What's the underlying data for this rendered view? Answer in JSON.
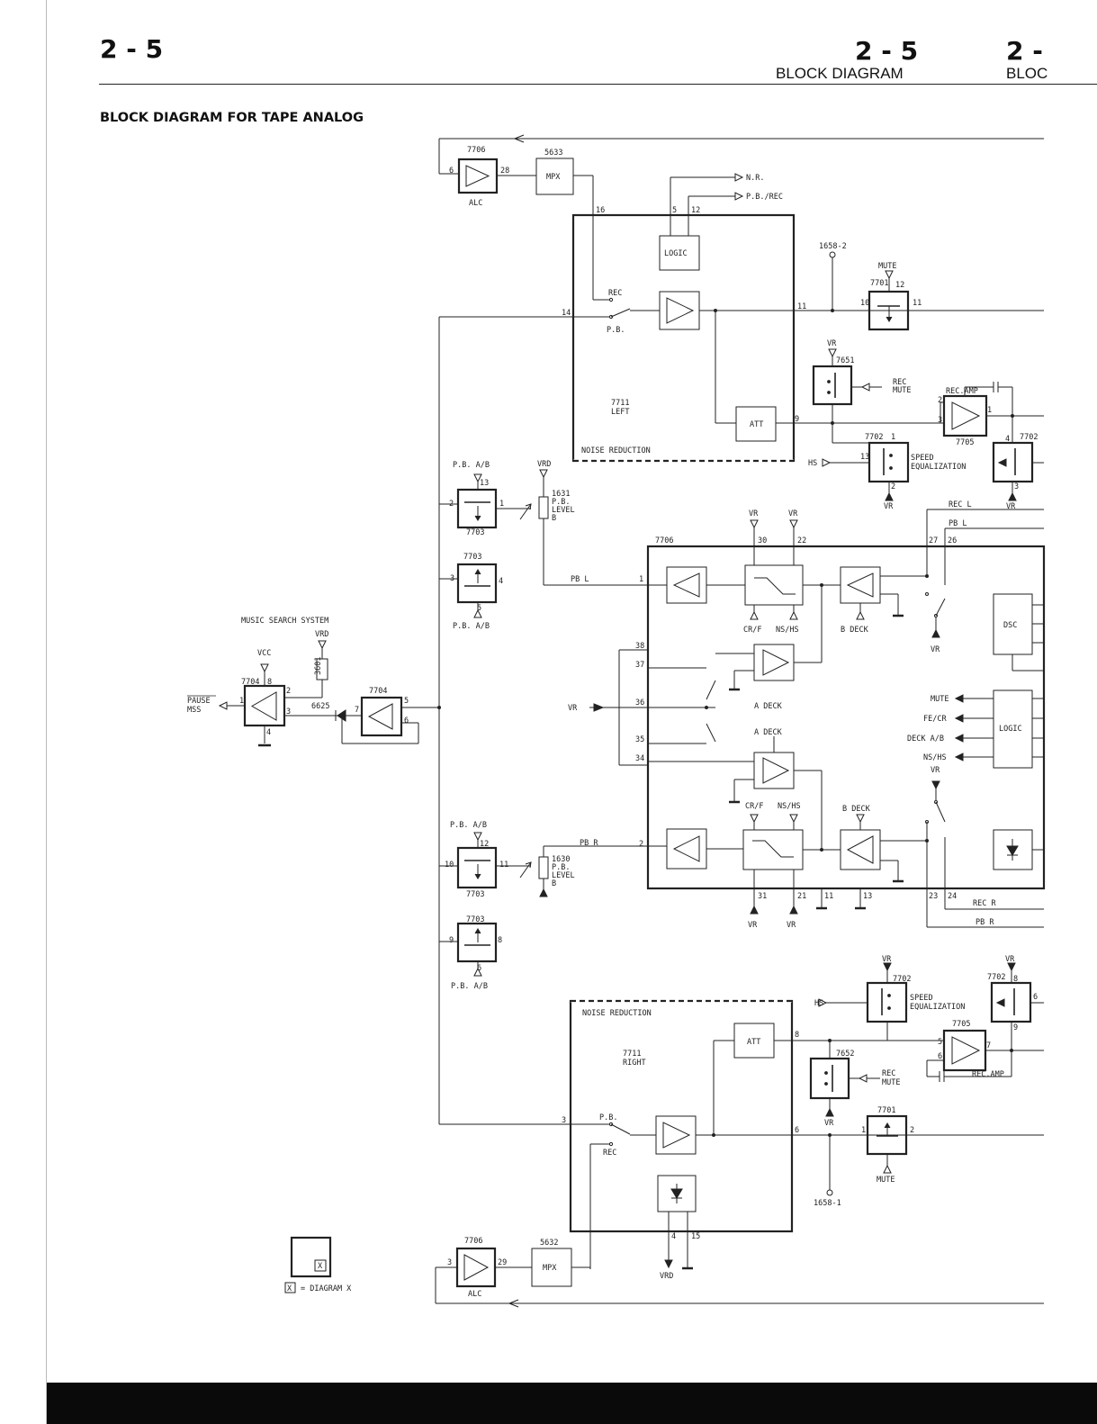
{
  "header": {
    "page_num_left": "2 - 5",
    "page_num_right": "2 - 5",
    "page_num_cut": "2 -",
    "subtitle": "BLOCK DIAGRAM",
    "subtitle_cut": "BLOC"
  },
  "title": "BLOCK DIAGRAM FOR TAPE ANALOG",
  "diagram": {
    "top_alc": {
      "ref": "7706",
      "name": "ALC",
      "pin_in": "6",
      "pin_out": "28"
    },
    "top_mpx": {
      "ref": "5633",
      "name": "MPX"
    },
    "nr_left": {
      "label": "NOISE REDUCTION",
      "ic": "7711",
      "side": "LEFT",
      "logic": "LOGIC",
      "att": "ATT",
      "rec": "REC",
      "pb": "P.B.",
      "pins": {
        "p16": "16",
        "p5": "5",
        "p12": "12",
        "p14": "14",
        "p11": "11",
        "p9": "9"
      }
    },
    "nr_signals": {
      "nr": "N.R.",
      "pb_rec": "P.B./REC"
    },
    "tp_left": "1658-2",
    "mute_left": {
      "ref": "7701",
      "label": "MUTE",
      "pin10": "10",
      "pin12": "12",
      "pin11": "11"
    },
    "sw_7651": {
      "ref": "7651",
      "vr": "VR",
      "rec": "REC",
      "mute": "MUTE"
    },
    "rec_amp_left": {
      "ref": "7705",
      "label": "REC.AMP",
      "pin2": "2",
      "pin3": "3",
      "pin1": "1"
    },
    "speed_eq_left": {
      "ref": "7702",
      "label1": "SPEED",
      "label2": "EQUALIZATION",
      "hs": "HS",
      "pin13": "13",
      "pin1": "1",
      "pin2": "2",
      "vr": "VR"
    },
    "sw_7702_right_top": {
      "ref": "7702",
      "pin4": "4",
      "pin3": "3",
      "vr": "VR"
    },
    "pb_left_sw1": {
      "ref": "7703",
      "ab": "P.B. A/B",
      "pin13": "13",
      "pin2": "2",
      "pin1": "1"
    },
    "level_left": {
      "ref": "1631",
      "l1": "P.B.",
      "l2": "LEVEL",
      "l3": "B",
      "vrd": "VRD"
    },
    "pb_left_sw2": {
      "ref": "7703",
      "ab": "P.B. A/B",
      "pin3": "3",
      "pin4": "4",
      "pin5": "5"
    },
    "mss": {
      "title": "MUSIC SEARCH SYSTEM",
      "vrd": "VRD",
      "vcc": "VCC",
      "res": "3601",
      "diode": "6625",
      "amp1": "7704",
      "amp2": "7704",
      "pause": "PAUSE",
      "mss_lbl": "MSS",
      "pins": {
        "p8": "8",
        "p1": "1",
        "p2": "2",
        "p3": "3",
        "p4": "4",
        "p7": "7",
        "p5": "5",
        "p6": "6"
      }
    },
    "main_ic": {
      "ref": "7706",
      "vr30": "VR",
      "vr22": "VR",
      "p30": "30",
      "p22": "22",
      "p27": "27",
      "p26": "26",
      "p1": "1",
      "p2": "2",
      "p38": "38",
      "p37": "37",
      "p36": "36",
      "p35": "35",
      "p34": "34",
      "p31": "31",
      "p21": "21",
      "p11": "11",
      "p13": "13",
      "p23": "23",
      "p24": "24",
      "crf_top": "CR/F",
      "nshs_top": "NS/HS",
      "bdeck_top": "B DECK",
      "adeck1": "A DECK",
      "adeck2": "A DECK",
      "crf_bot": "CR/F",
      "nshs_bot": "NS/HS",
      "bdeck_bot": "B DECK",
      "vr_in": "VR",
      "vr_sw": "VR",
      "vr_sw2": "VR",
      "vr31": "VR",
      "vr21": "VR"
    },
    "dsc": "DSC",
    "logic_right": {
      "name": "LOGIC",
      "mute": "MUTE",
      "fecr": "FE/CR",
      "deck": "DECK A/B",
      "nshs": "NS/HS"
    },
    "bus_labels": {
      "rec_l": "REC L",
      "pb_l": "PB L",
      "rec_r": "REC R",
      "pb_r": "PB R",
      "pb_l_in": "PB L",
      "pb_r_in": "PB R"
    },
    "pb_right_sw1": {
      "ref": "7703",
      "ab": "P.B. A/B",
      "pin12": "12",
      "pin10": "10",
      "pin11": "11"
    },
    "level_right": {
      "ref": "1630",
      "l1": "P.B.",
      "l2": "LEVEL",
      "l3": "B"
    },
    "pb_right_sw2": {
      "ref": "7703",
      "ab": "P.B. A/B",
      "pin9": "9",
      "pin8": "8",
      "pin6": "6"
    },
    "nr_right": {
      "label": "NOISE REDUCTION",
      "ic": "7711",
      "side": "RIGHT",
      "att": "ATT",
      "pb": "P.B.",
      "rec": "REC",
      "pins": {
        "p8": "8",
        "p3": "3",
        "p6": "6",
        "p4": "4",
        "p15": "15"
      },
      "vrd": "VRD"
    },
    "speed_eq_right": {
      "ref": "7702",
      "label1": "SPEED",
      "label2": "EQUALIZATION",
      "hs": "HS",
      "vr": "VR"
    },
    "sw_7702_right_bot": {
      "ref": "7702",
      "pin8": "8",
      "pin6": "6",
      "pin9": "9",
      "vr": "VR"
    },
    "rec_amp_right": {
      "ref": "7705",
      "label": "REC.AMP",
      "pin5": "5",
      "pin6": "6",
      "pin7": "7"
    },
    "sw_7652": {
      "ref": "7652",
      "vr": "VR",
      "rec": "REC",
      "mute": "MUTE"
    },
    "mute_right": {
      "ref": "7701",
      "label": "MUTE",
      "pin1": "1",
      "pin2": "2"
    },
    "tp_right": "1658-1",
    "bot_alc": {
      "ref": "7706",
      "name": "ALC",
      "pin_in": "3",
      "pin_out": "29"
    },
    "bot_mpx": {
      "ref": "5632",
      "name": "MPX"
    },
    "legend": {
      "x": "X",
      "text": "= DIAGRAM X"
    }
  }
}
